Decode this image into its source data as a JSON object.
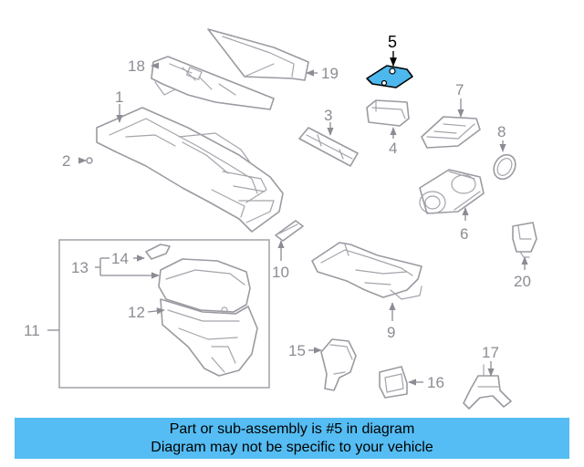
{
  "diagram": {
    "highlighted_part": "5",
    "callouts": [
      "1",
      "2",
      "3",
      "4",
      "5",
      "6",
      "7",
      "8",
      "9",
      "10",
      "11",
      "12",
      "13",
      "14",
      "15",
      "16",
      "17",
      "18",
      "19",
      "20"
    ],
    "highlight_color": "#4db8ee"
  },
  "footer": {
    "line1": "Part or sub-assembly is #5 in diagram",
    "line2": "Diagram may not be specific to your vehicle",
    "background": "#55bdf3"
  }
}
